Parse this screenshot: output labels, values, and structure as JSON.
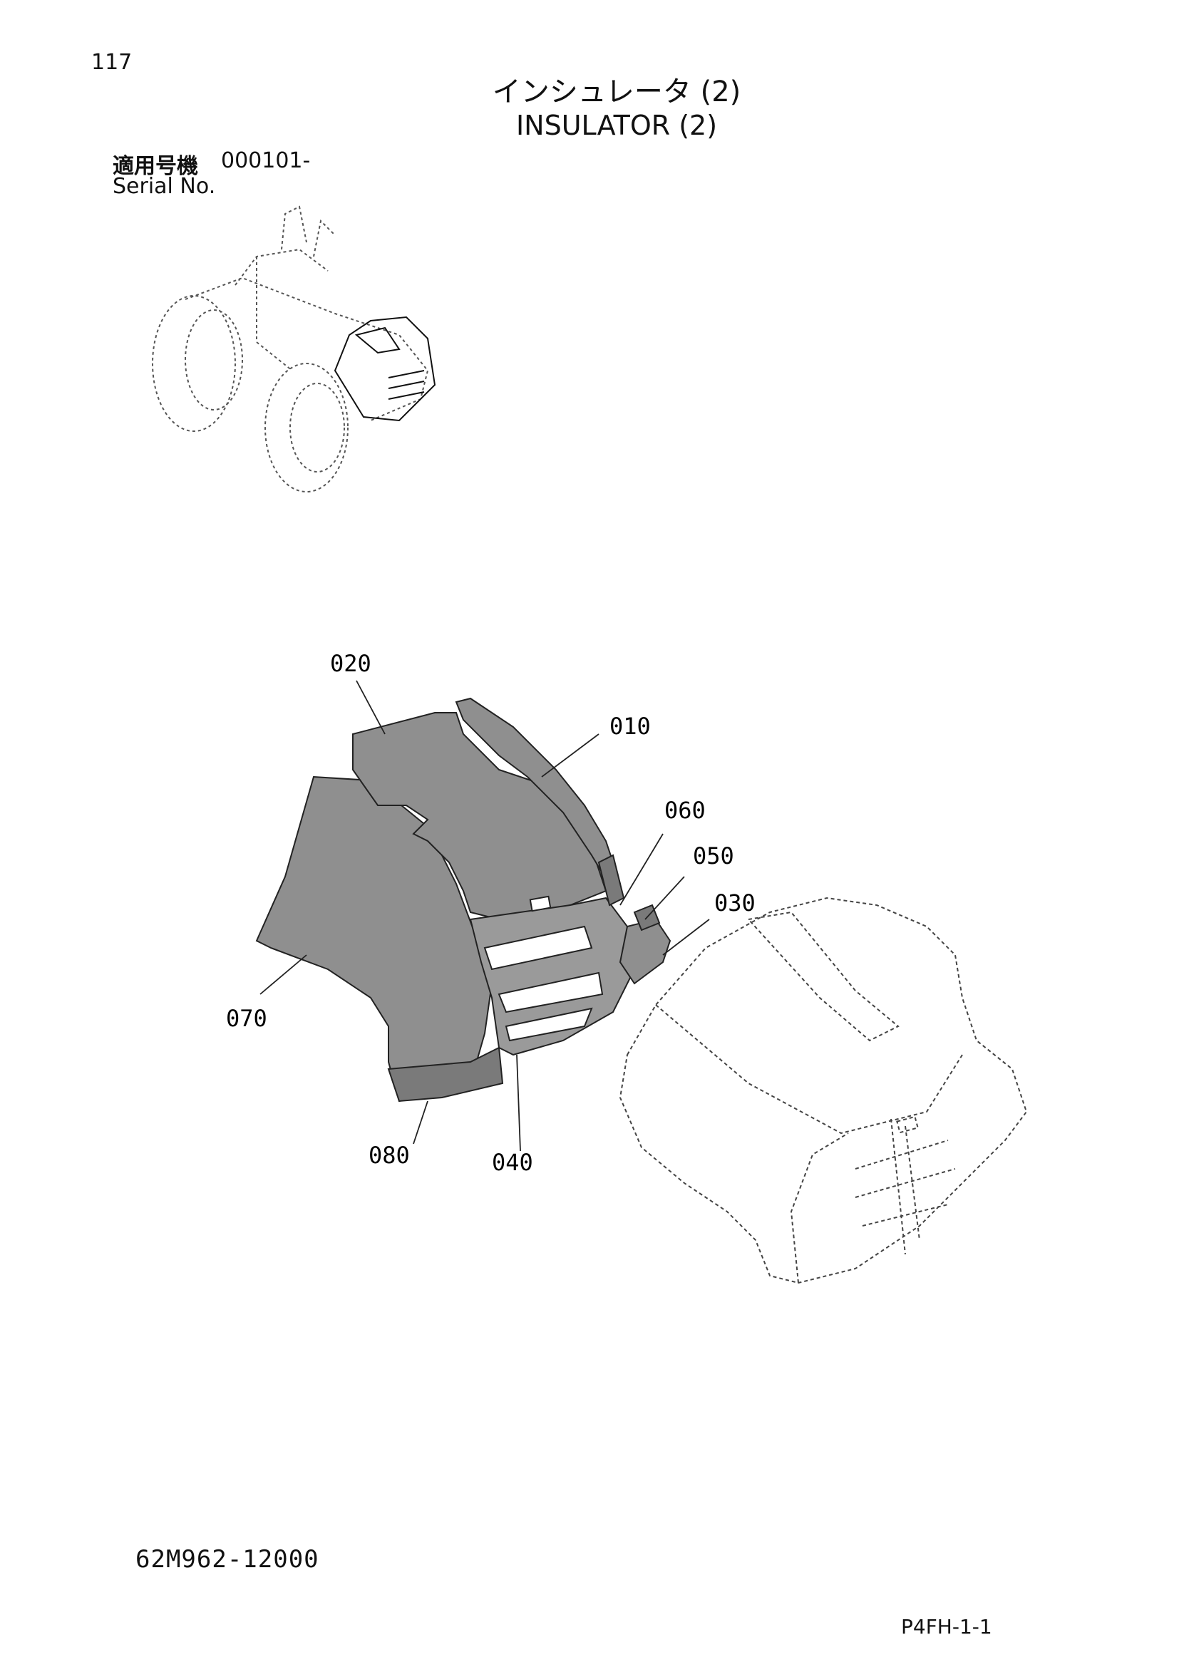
{
  "header": {
    "page_number": "117",
    "title_ja": "インシュレータ (2)",
    "title_en": "INSULATOR (2)",
    "serial_label_ja": "適用号機",
    "serial_value": "000101-",
    "serial_label_en": "Serial No."
  },
  "callouts": [
    {
      "id": "c010",
      "label": "010"
    },
    {
      "id": "c020",
      "label": "020"
    },
    {
      "id": "c030",
      "label": "030"
    },
    {
      "id": "c040",
      "label": "040"
    },
    {
      "id": "c050",
      "label": "050"
    },
    {
      "id": "c060",
      "label": "060"
    },
    {
      "id": "c070",
      "label": "070"
    },
    {
      "id": "c080",
      "label": "080"
    }
  ],
  "footer": {
    "part_number": "62M962-12000",
    "page_code": "P4FH-1-1"
  },
  "colors": {
    "line": "#222222",
    "part_fill": "#8f8f8f",
    "part_fill_dark": "#7a7a7a",
    "dashed": "#555555"
  }
}
